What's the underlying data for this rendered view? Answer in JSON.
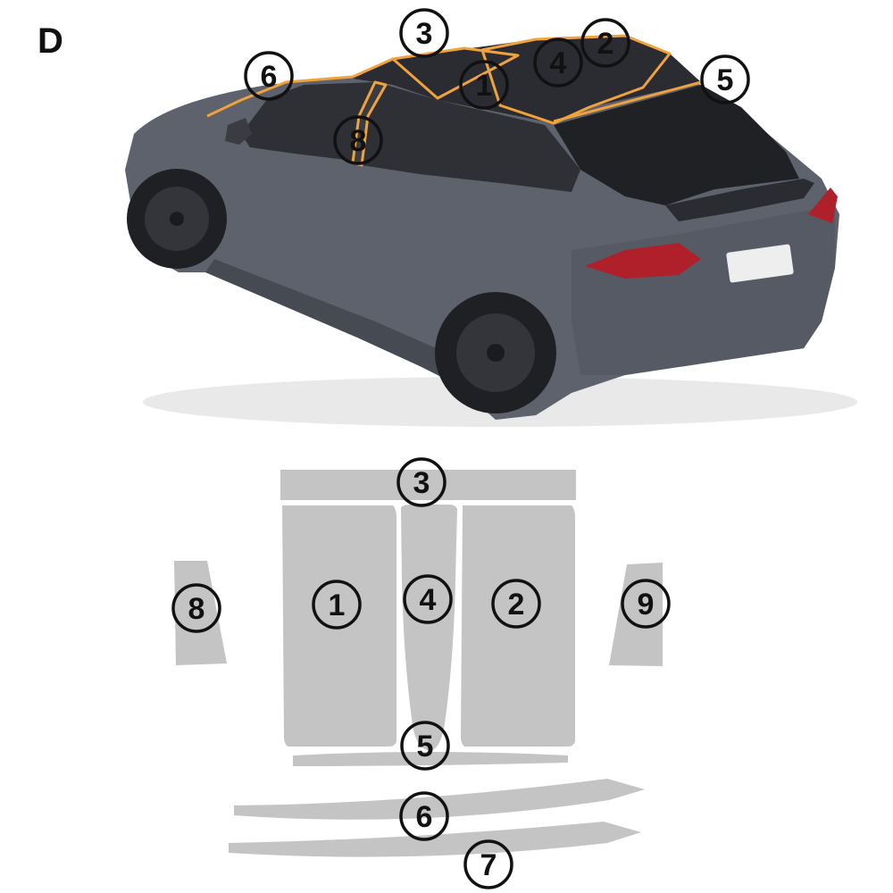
{
  "variant_letter": "D",
  "colors": {
    "car_body": "#5d626d",
    "car_glass": "#26282c",
    "outline": "#f0a23c",
    "film_piece": "#c4c4c4",
    "tail_light": "#b0202a"
  },
  "car_callouts": [
    "3",
    "2",
    "4",
    "6",
    "1",
    "5",
    "8"
  ],
  "pieces": {
    "p1": "1",
    "p2": "2",
    "p3": "3",
    "p4": "4",
    "p5": "5",
    "p6": "6",
    "p7": "7",
    "p8": "8",
    "p9": "9"
  }
}
